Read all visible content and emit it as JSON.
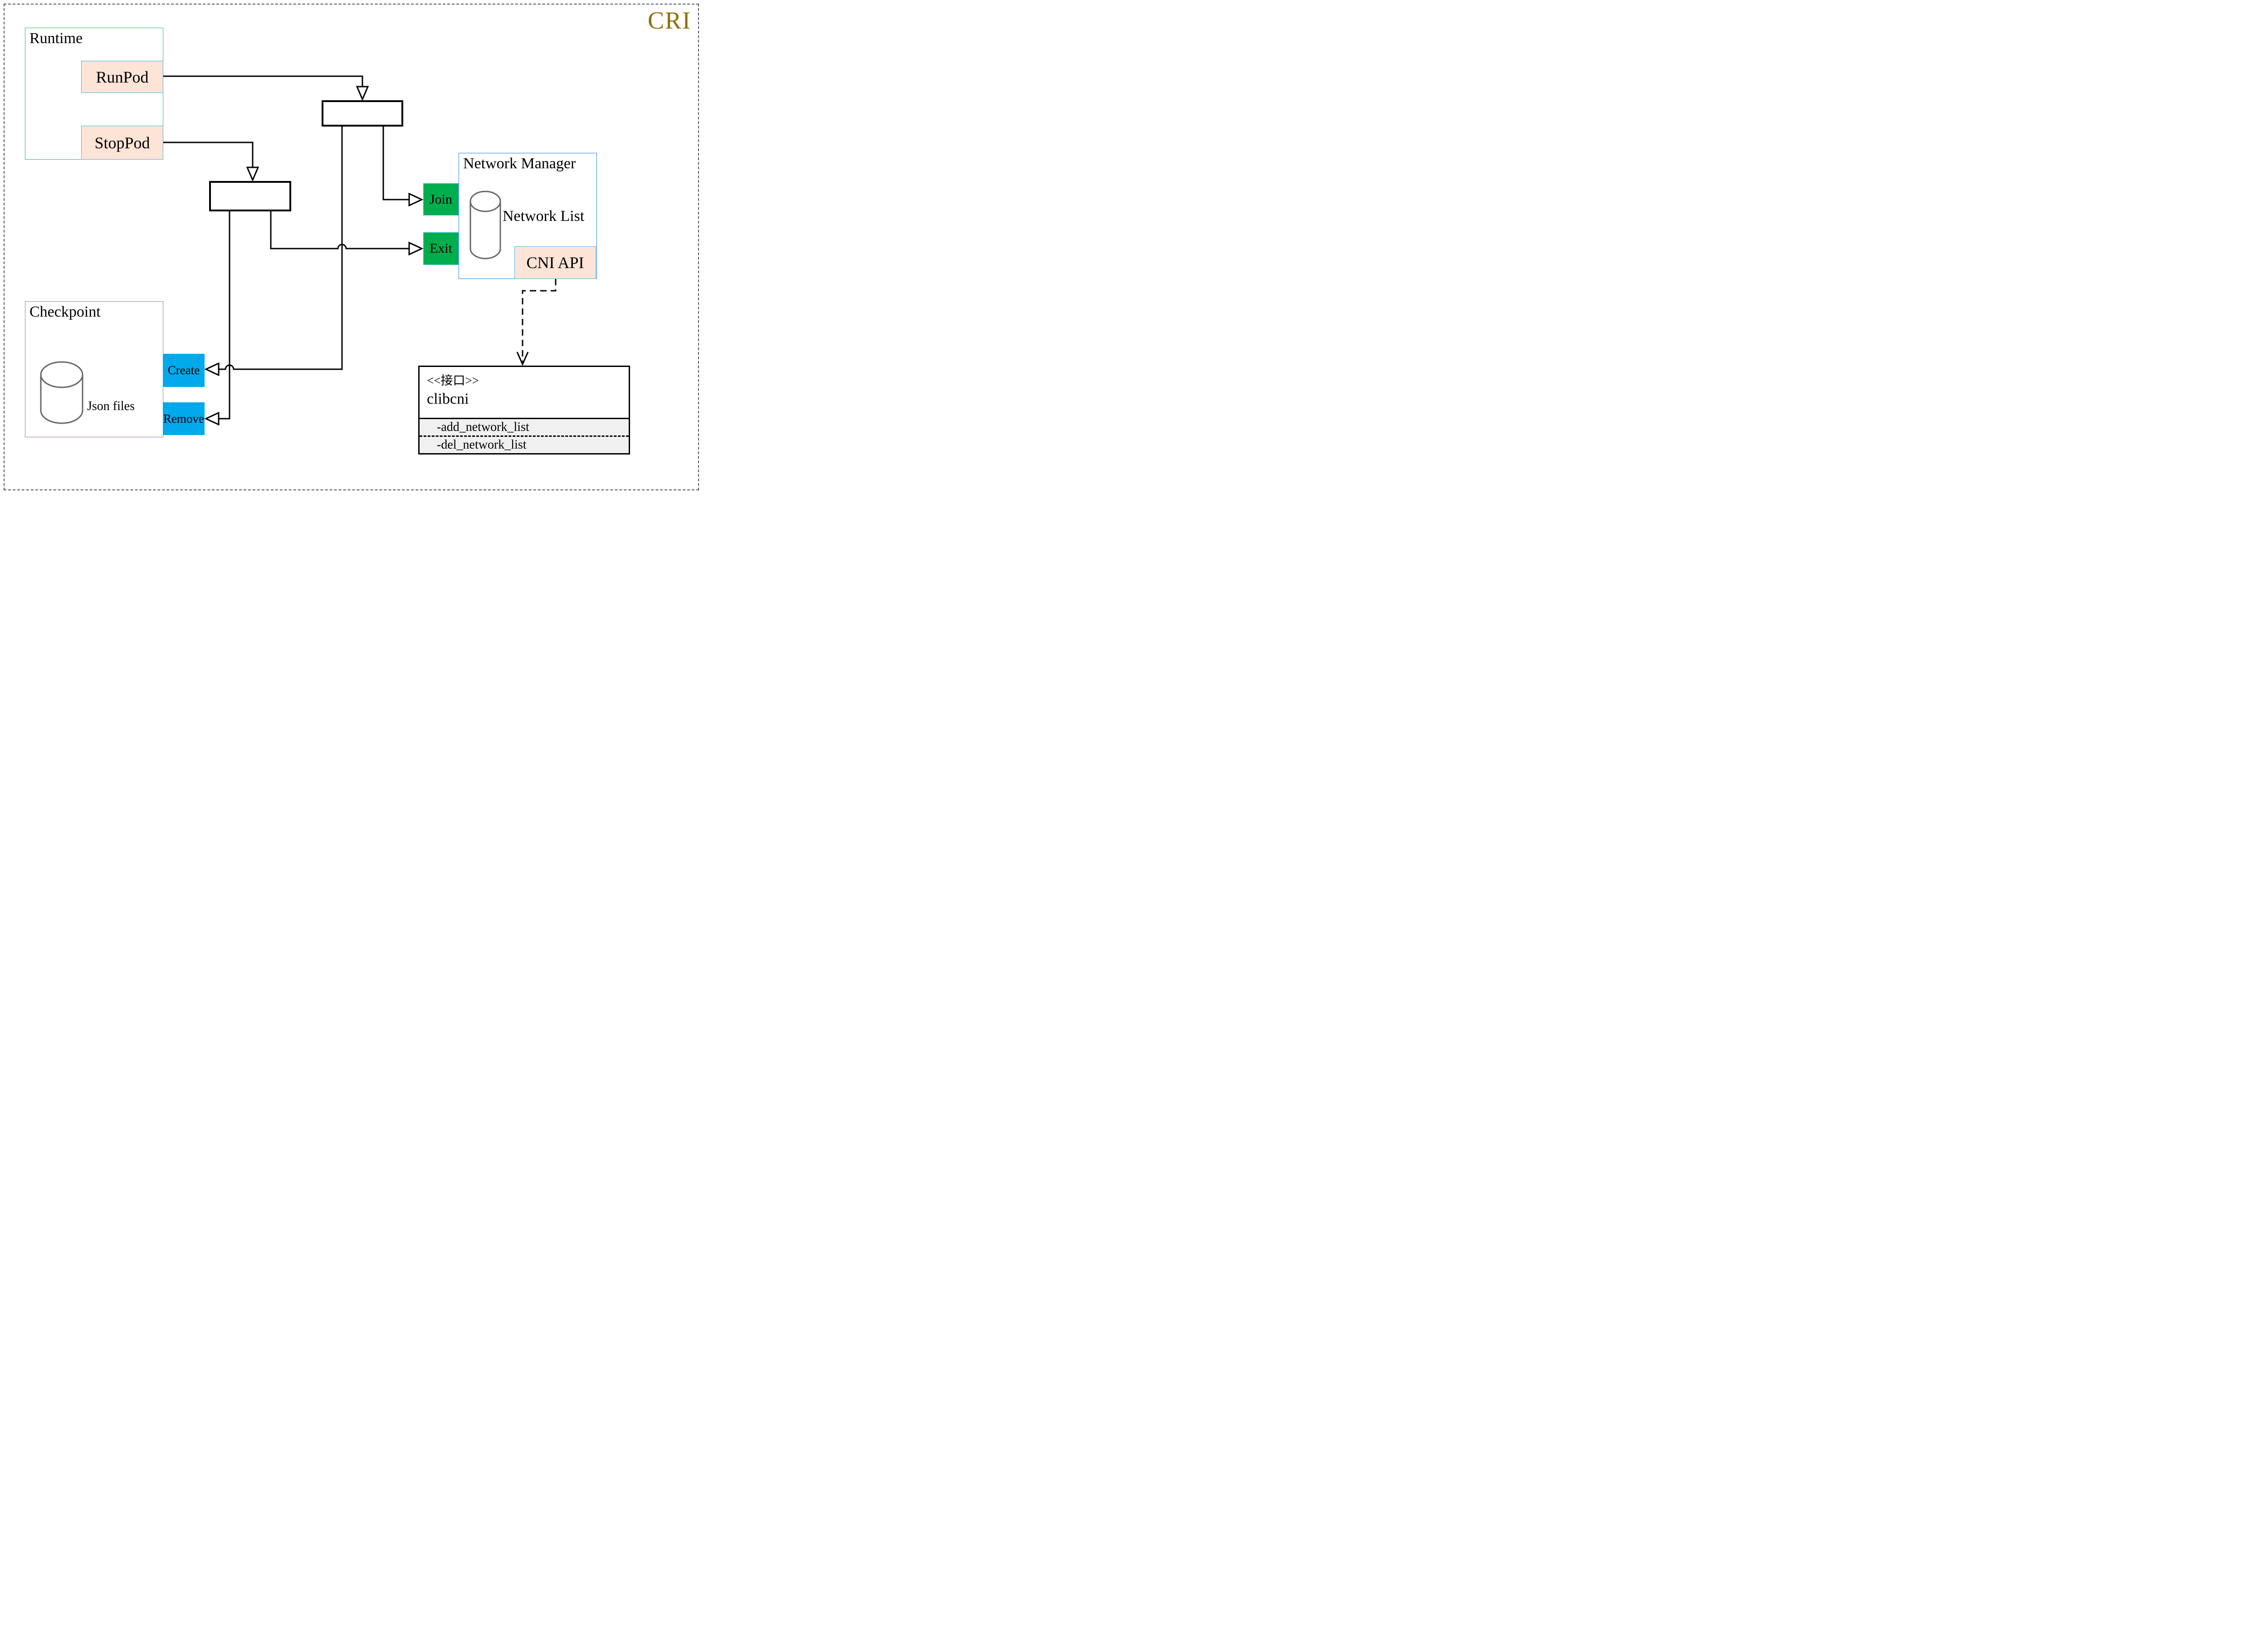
{
  "cri_label": "CRI",
  "runtime": {
    "title": "Runtime",
    "runpod_label": "RunPod",
    "stoppod_label": "StopPod"
  },
  "network_manager": {
    "title": "Network Manager",
    "network_list_label": "Network List",
    "cni_api_label": "CNI API",
    "join_label": "Join",
    "exit_label": "Exit"
  },
  "checkpoint": {
    "title": "Checkpoint",
    "json_files_label": "Json files",
    "create_label": "Create",
    "remove_label": "Remove"
  },
  "clibcni": {
    "stereotype": "<<接口>>",
    "name": "clibcni",
    "method_add": "-add_network_list",
    "method_del": "-del_network_list"
  },
  "colors": {
    "accent": "#8E6F0C",
    "peach": "#FCE4D6",
    "peach_border": "#41B6E6",
    "green": "#00AE4D",
    "blue": "#00A8EC",
    "runtime_border": "#2DB96D",
    "network_border": "#1E88E5",
    "checkpoint_border": "#9C7BAD",
    "cylinder": "#666666",
    "method_bg": "#F0F0F0",
    "line": "#000000"
  }
}
